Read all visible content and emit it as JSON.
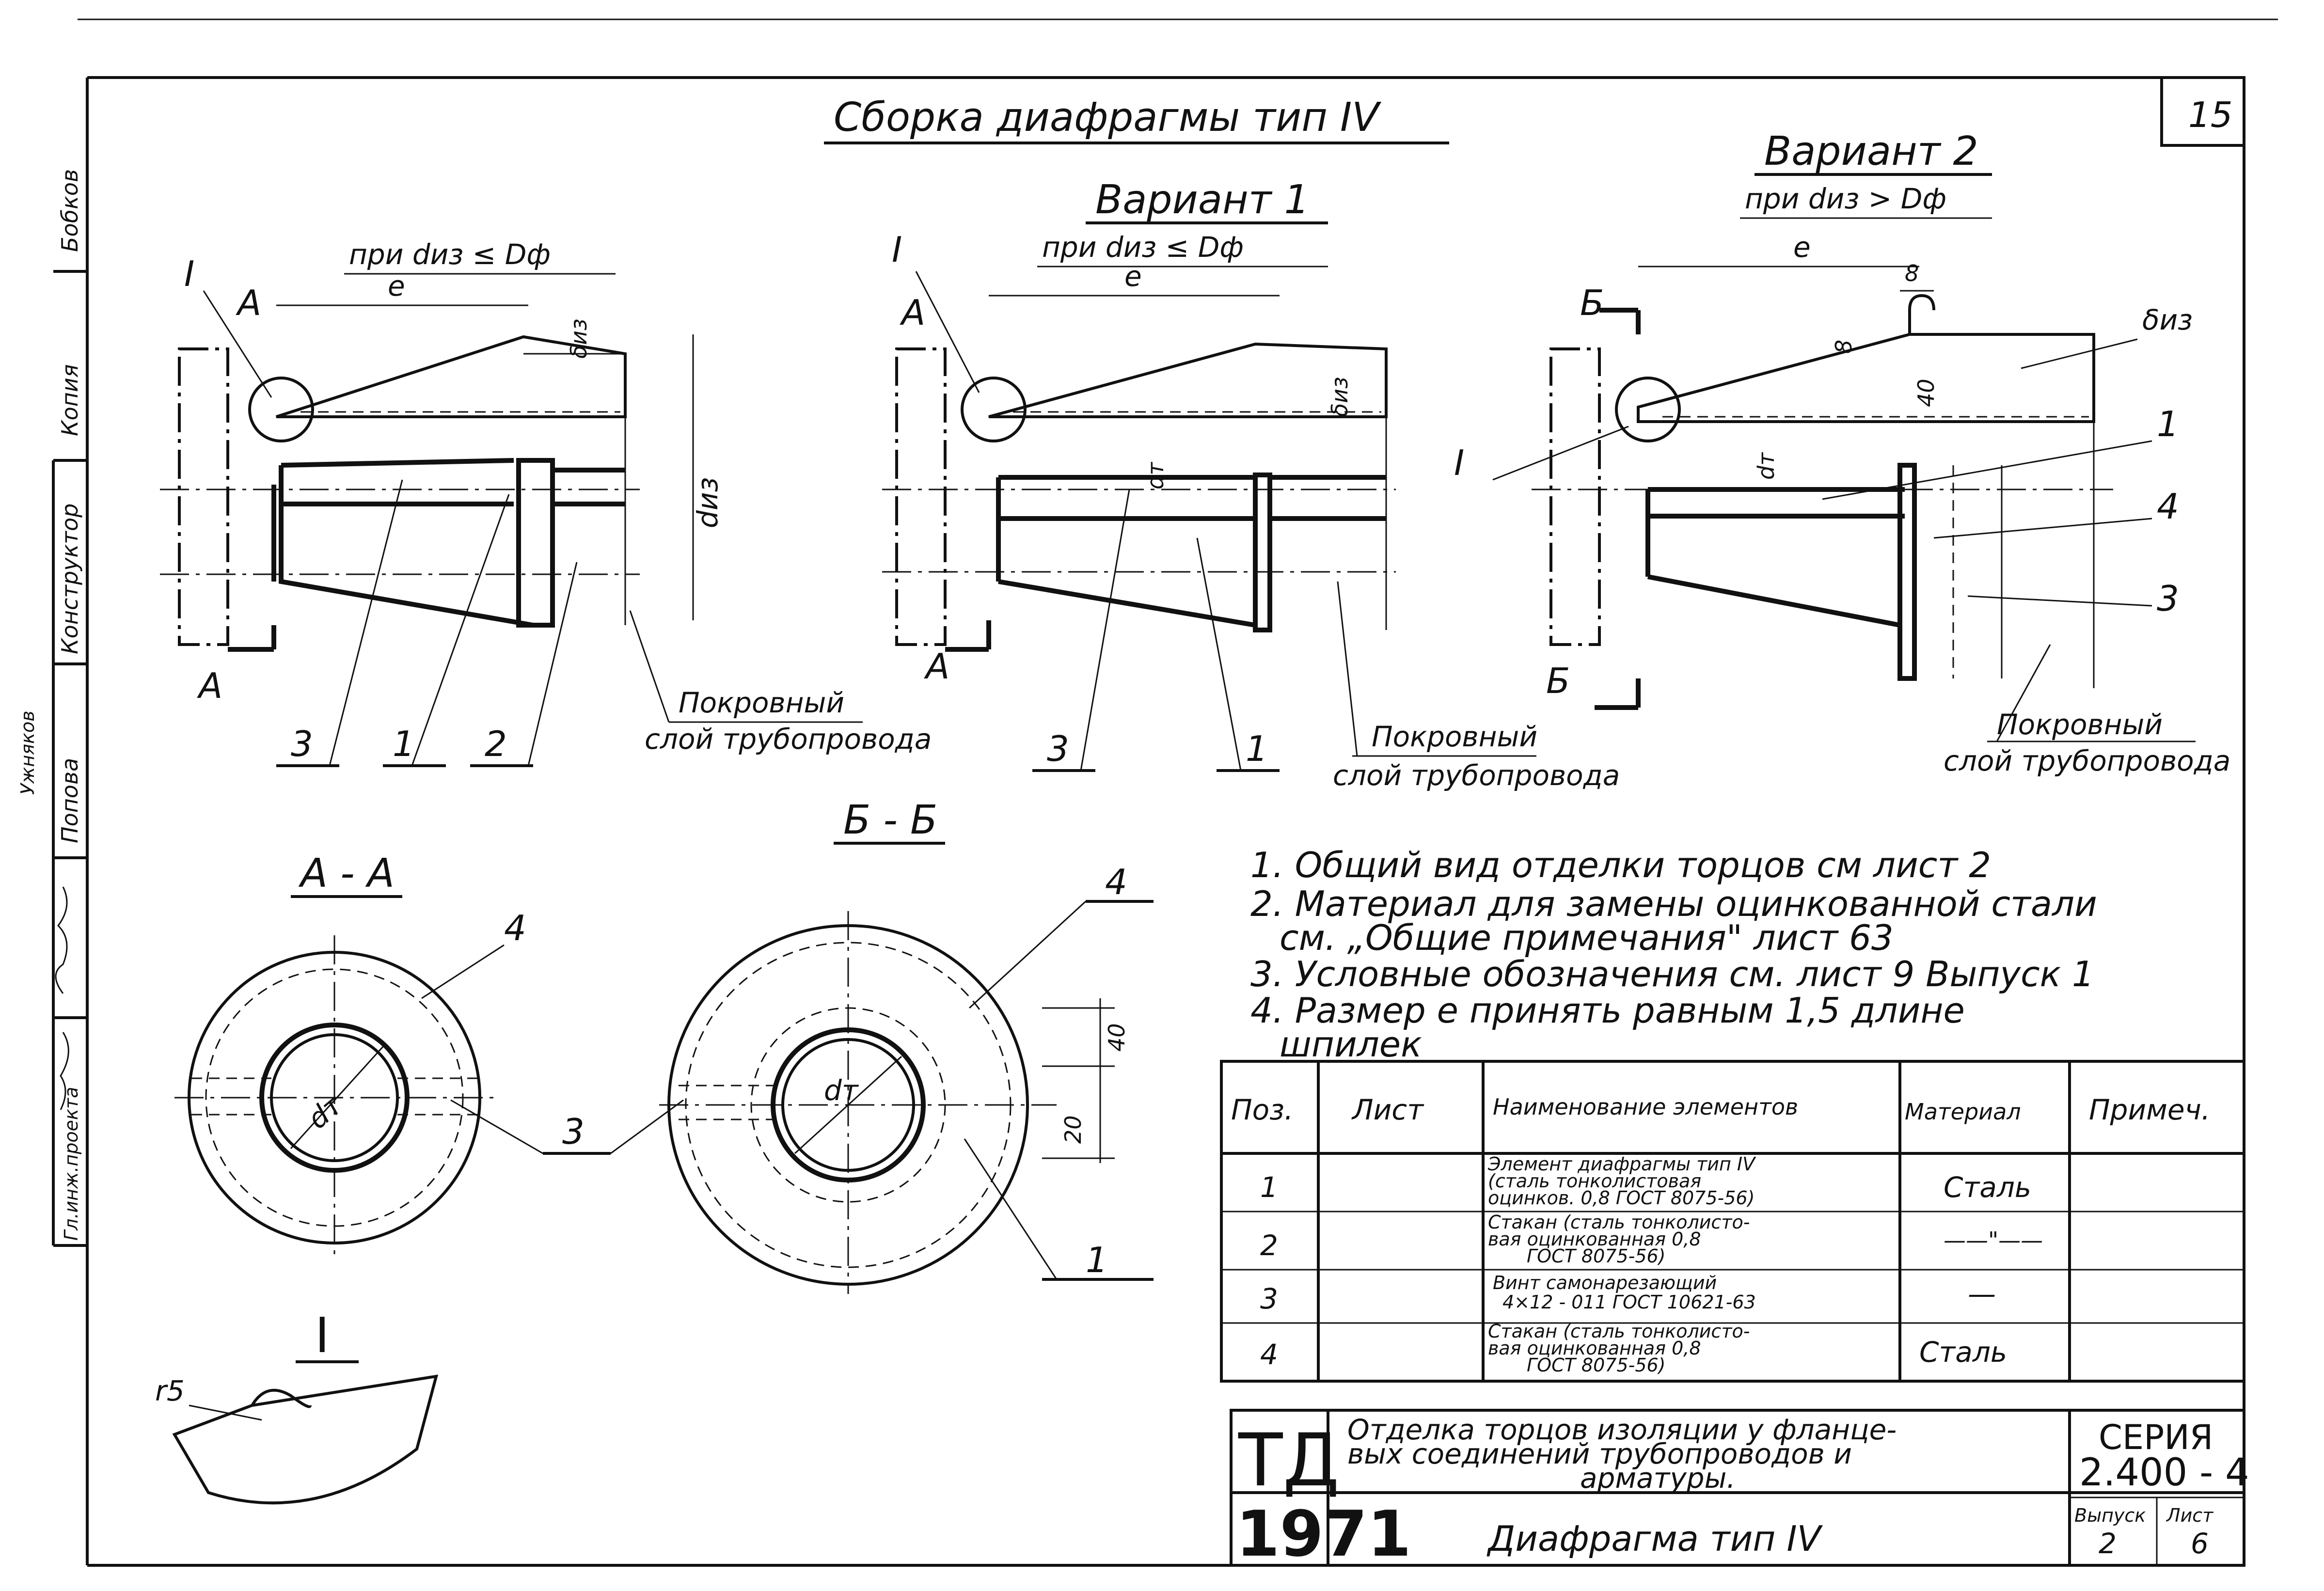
{
  "sheet_number": "15",
  "title": "Сборка диафрагмы тип IV",
  "left_view": {
    "condition": "при dиз ≤ Dф",
    "dim_e": "e",
    "dim_delta": "δиз",
    "dim_d": "dиз",
    "section_letter": "A",
    "node_mark": "I",
    "callouts": [
      "3",
      "1",
      "2"
    ],
    "cover_label": [
      "Покровный",
      "слой трубопровода"
    ]
  },
  "variant1": {
    "title": "Вариант 1",
    "condition": "при dиз ≤ Dф",
    "dim_e": "e",
    "dim_delta": "δиз",
    "dim_dt": "dт",
    "section_letter": "A",
    "node_mark": "I",
    "callouts": [
      "3",
      "1"
    ],
    "cover_label": [
      "Покровный",
      "слой трубопровода"
    ]
  },
  "variant2": {
    "title": "Вариант 2",
    "condition": "при dиз > Dф",
    "dim_e": "e",
    "dim_8a": "8",
    "dim_8b": "8",
    "dim_40": "40",
    "dim_delta": "δиз",
    "dim_dt": "dт",
    "section_letter": "Б",
    "node_mark": "I",
    "callouts": [
      "1",
      "4",
      "3"
    ],
    "cover_label": [
      "Покровный",
      "слой трубопровода"
    ]
  },
  "section_aa": {
    "title": "А - А",
    "dim": "dт",
    "callouts": [
      "4",
      "3"
    ]
  },
  "section_bb": {
    "title": "Б - Б",
    "dim": "dт",
    "dim_40": "40",
    "dim_20": "20",
    "callouts": [
      "4",
      "1"
    ]
  },
  "node_detail": {
    "title": "I",
    "radius": "r5"
  },
  "notes": [
    "1. Общий вид отделки торцов см лист 2",
    "2. Материал для замены оцинкованной стали",
    "см. „Общие примечания\"  лист 63",
    "3. Условные обозначения  см. лист 9  Выпуск 1",
    "4. Размер e  принять равным 1,5 длине",
    "шпилек"
  ],
  "spec_table": {
    "headers": [
      "Поз.",
      "Лист",
      "Наименование элементов",
      "Материал",
      "Примеч."
    ],
    "rows": [
      {
        "pos": "1",
        "sheet": "",
        "name": [
          "Элемент диафрагмы тип IV",
          "(сталь тонколистовая",
          "оцинков. 0,8  ГОСТ 8075-56)"
        ],
        "material": "Сталь",
        "note": ""
      },
      {
        "pos": "2",
        "sheet": "",
        "name": [
          "Стакан (сталь тонколисто-",
          "вая оцинкованная  0,8",
          "ГОСТ 8075-56)"
        ],
        "material": "——\"——",
        "note": ""
      },
      {
        "pos": "3",
        "sheet": "",
        "name": [
          "Винт самонарезающий",
          "4×12 - 011  ГОСТ 10621-63"
        ],
        "material": "—",
        "note": ""
      },
      {
        "pos": "4",
        "sheet": "",
        "name": [
          "Стакан (сталь тонколисто-",
          "вая оцинкованная  0,8",
          "ГОСТ 8075-56)"
        ],
        "material": "Сталь",
        "note": ""
      }
    ]
  },
  "title_block": {
    "td": "ТД",
    "year": "1971",
    "description": [
      "Отделка торцов изоляции у фланце-",
      "вых соединений трубопроводов и",
      "арматуры."
    ],
    "series_label": "СЕРИЯ",
    "series": "2.400 - 4",
    "drawing_name": "Диафрагма тип IV",
    "issue_label": "Выпуск",
    "issue": "2",
    "sheet_label": "Лист",
    "sheet": "6"
  },
  "side_stamp": {
    "rows": [
      "Бобков",
      "Копия",
      "Конструктор",
      "Попова",
      "Ужняков",
      "Гл.инж.проекта"
    ]
  }
}
